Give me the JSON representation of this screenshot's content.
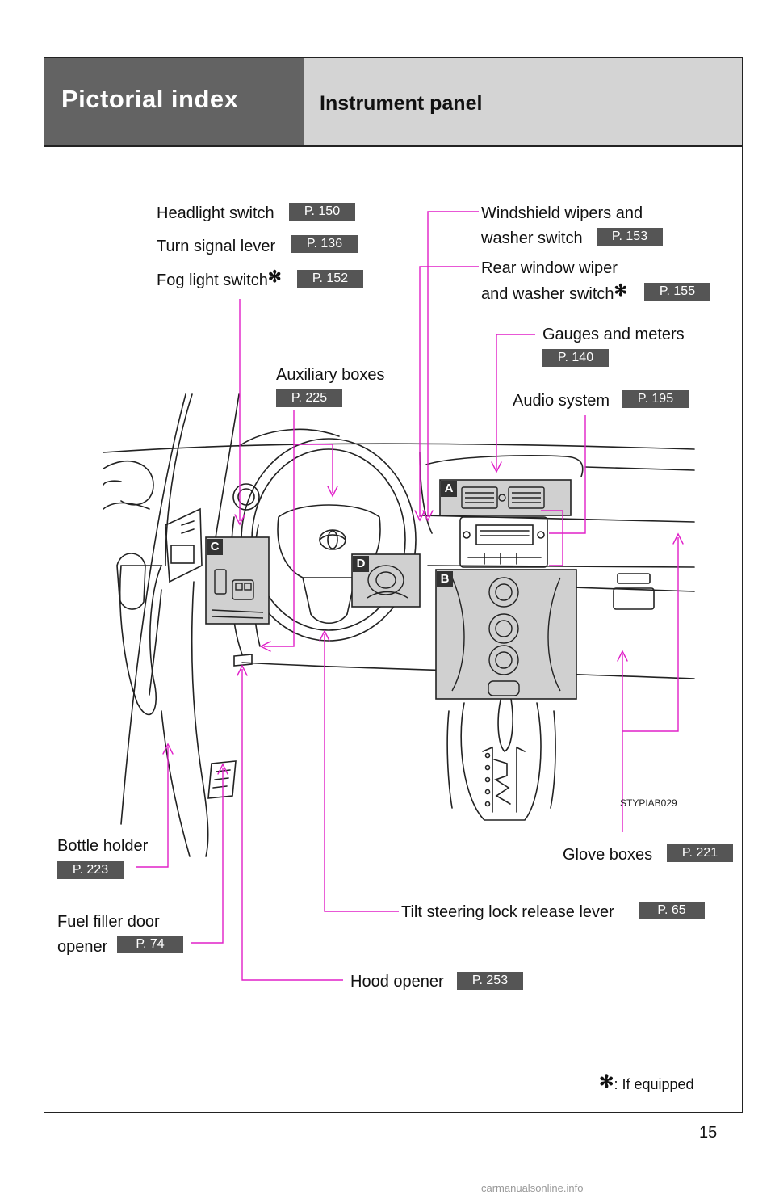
{
  "header": {
    "title": "Pictorial index",
    "subtitle": "Instrument panel"
  },
  "callouts": {
    "headlight": {
      "label": "Headlight switch",
      "page": "P. 150"
    },
    "turn_signal": {
      "label": "Turn signal lever",
      "page": "P. 136"
    },
    "fog_light": {
      "label": "Fog light switch",
      "page": "P. 152"
    },
    "windshield": {
      "label_line1": "Windshield wipers and",
      "label_line2": "washer switch",
      "page": "P. 153"
    },
    "rear_wiper": {
      "label_line1": "Rear window wiper",
      "label_line2": "and washer switch",
      "page": "P. 155"
    },
    "gauges": {
      "label": "Gauges and meters",
      "page": "P. 140"
    },
    "auxiliary": {
      "label": "Auxiliary boxes",
      "page": "P. 225"
    },
    "audio": {
      "label": "Audio system",
      "page": "P. 195"
    },
    "bottle": {
      "label": "Bottle holder",
      "page": "P. 223"
    },
    "glove": {
      "label": "Glove boxes",
      "page": "P. 221"
    },
    "tilt": {
      "label": "Tilt steering lock release lever",
      "page": "P. 65"
    },
    "fuel": {
      "label_line1": "Fuel filler door",
      "label_line2": "opener",
      "page": "P. 74"
    },
    "hood": {
      "label": "Hood opener",
      "page": "P. 253"
    }
  },
  "markers": {
    "a": "A",
    "b": "B",
    "c": "C",
    "d": "D"
  },
  "asterisk": "✻",
  "image_code": "STYPIAB029",
  "footnote": ":   If equipped",
  "page_number": "15",
  "watermark": "carmanualsonline.info",
  "colors": {
    "leader": "#e020c8",
    "header_dark": "#636363",
    "header_light": "#d4d4d4",
    "page_badge": "#555555"
  }
}
